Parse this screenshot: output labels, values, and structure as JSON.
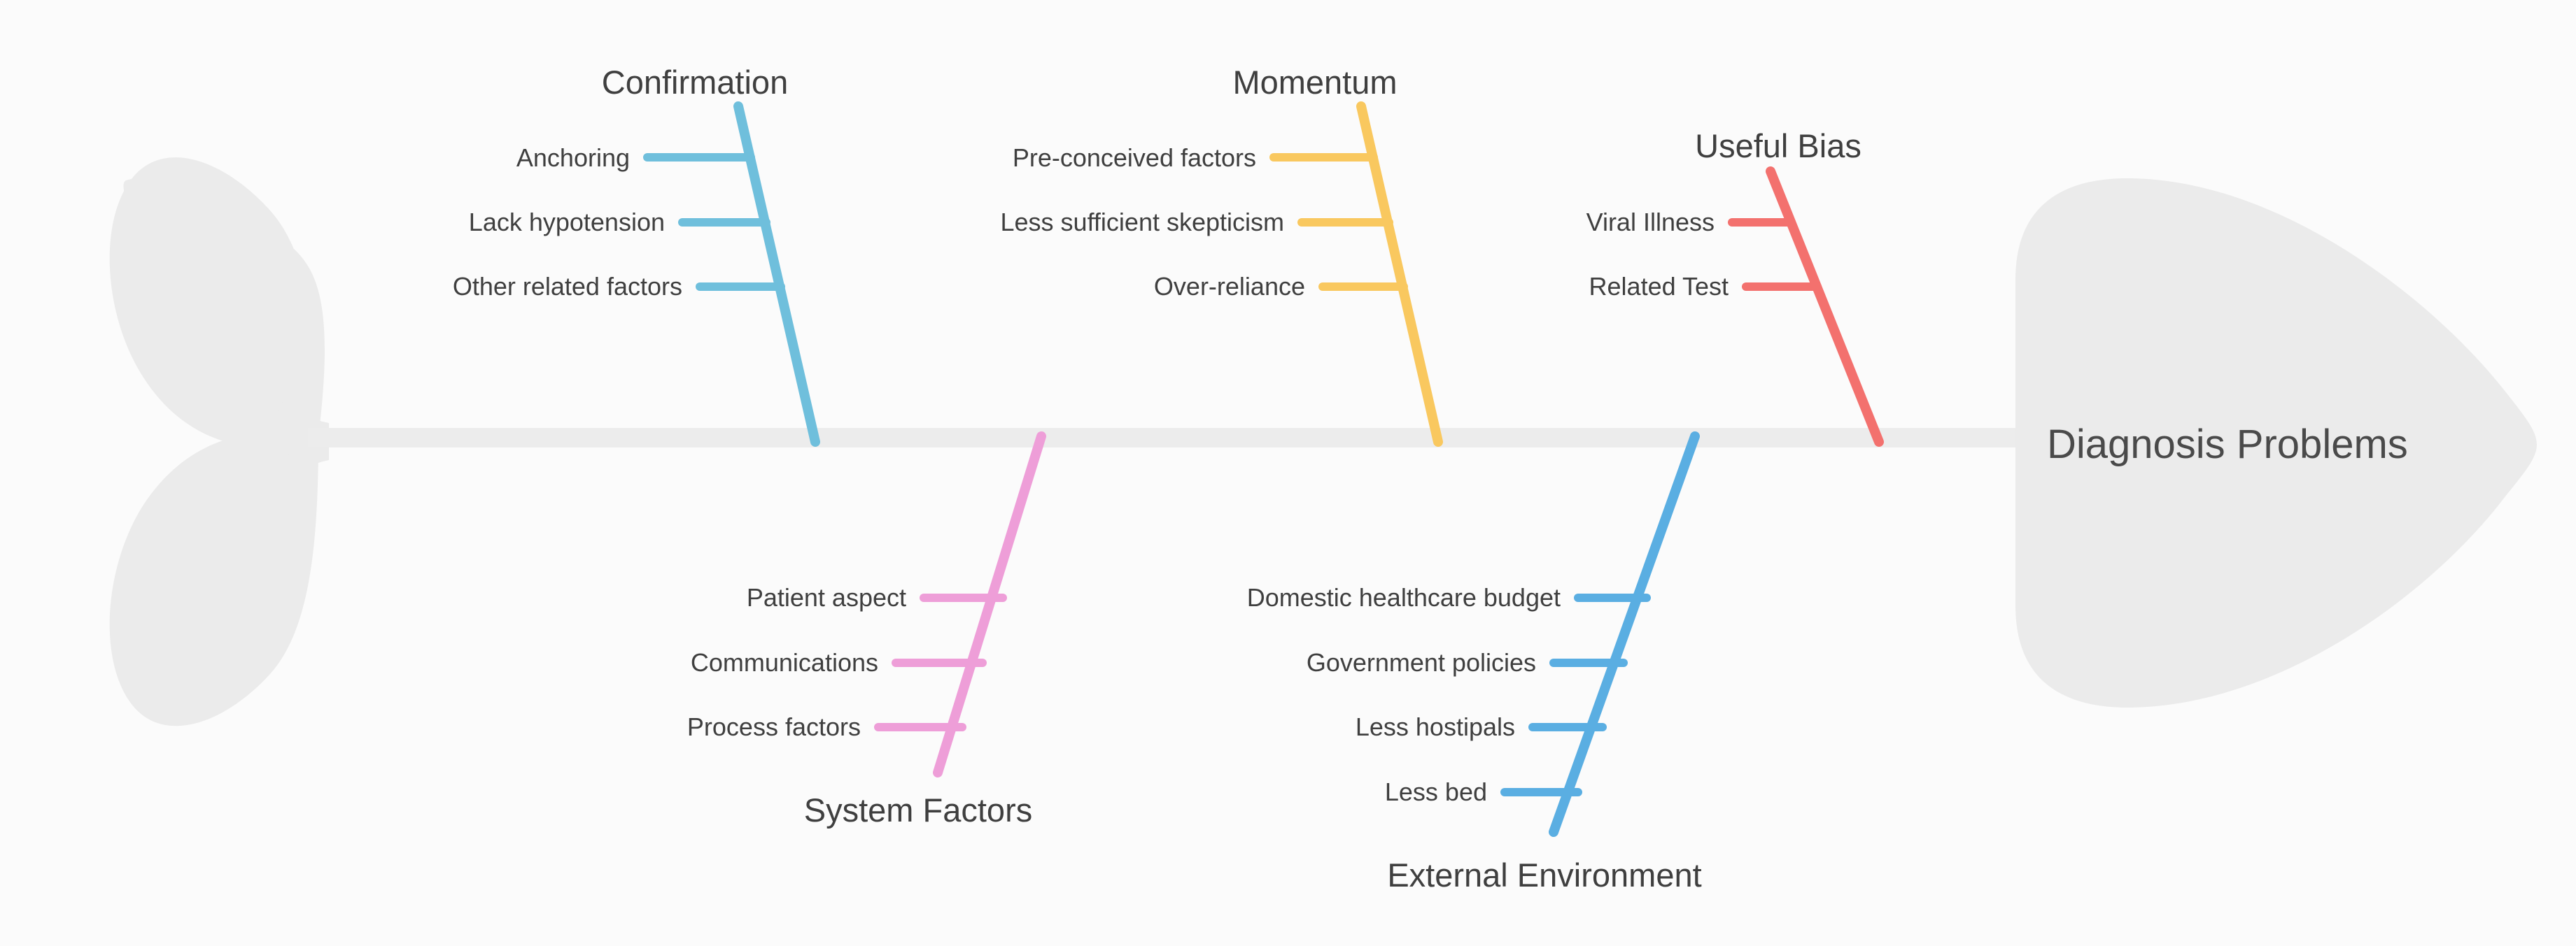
{
  "diagram": {
    "type": "fishbone-ishikawa",
    "title": "Diagnosis Problems",
    "background_color": "#fbfbfb",
    "spine_color": "#ececec",
    "body_color": "#ebebeb",
    "text_color": "#3f3f3f",
    "head": {
      "label": "Diagnosis Problems"
    },
    "tail": {
      "label": "fish-tail"
    },
    "categories": [
      {
        "label": "Confirmation",
        "color": "#6fbfdc",
        "side": "top",
        "causes": [
          "Anchoring",
          "Lack hypotension",
          "Other related factors"
        ]
      },
      {
        "label": "Momentum",
        "color": "#f9c85f",
        "side": "top",
        "causes": [
          "Pre-conceived factors",
          "Less sufficient skepticism",
          "Over-reliance"
        ]
      },
      {
        "label": "Useful Bias",
        "color": "#f3716e",
        "side": "top",
        "causes": [
          "Viral Illness",
          "Related Test"
        ]
      },
      {
        "label": "System Factors",
        "color": "#ee9ed8",
        "side": "bottom",
        "causes": [
          "Patient aspect",
          "Communications",
          "Process factors"
        ]
      },
      {
        "label": "External Environment",
        "color": "#5aaee2",
        "side": "bottom",
        "causes": [
          "Domestic healthcare budget",
          "Government policies",
          "Less hostipals",
          "Less bed"
        ]
      }
    ]
  }
}
